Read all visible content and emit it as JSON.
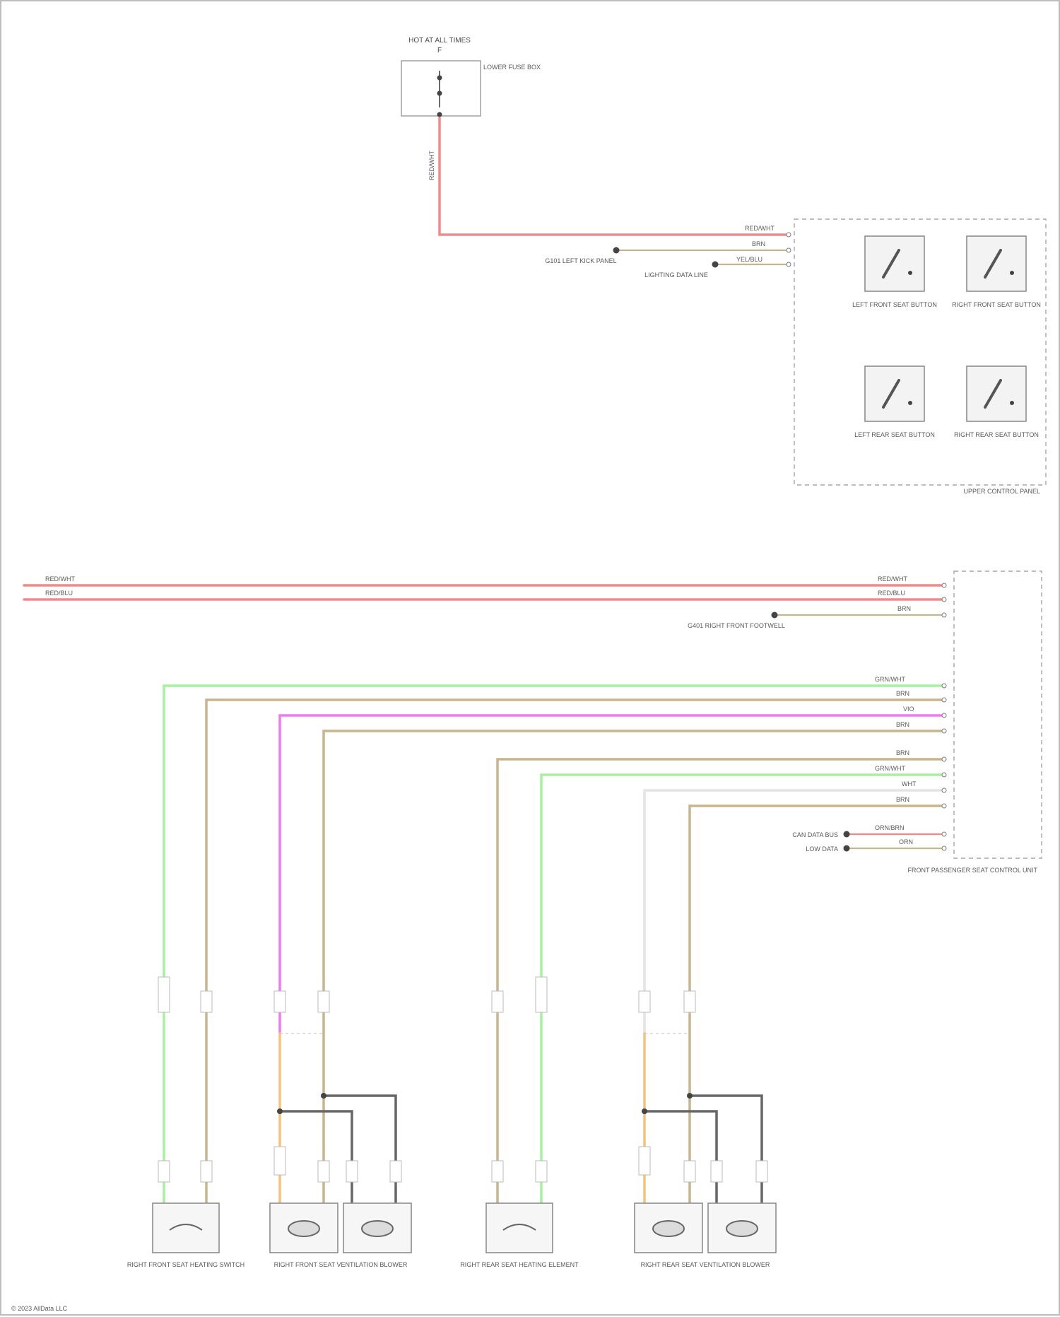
{
  "fuse": {
    "name": "HOT AT ALL TIMES",
    "fuse_id": "F",
    "note": "LOWER FUSE BOX"
  },
  "upper_module": {
    "name": "UPPER CONTROL PANEL",
    "buttons": [
      {
        "label": "LEFT FRONT SEAT BUTTON"
      },
      {
        "label": "RIGHT FRONT SEAT BUTTON"
      },
      {
        "label": "LEFT REAR SEAT BUTTON"
      },
      {
        "label": "RIGHT REAR SEAT BUTTON"
      }
    ],
    "wires": [
      {
        "color": "RED/WHT",
        "hex": "#f08a8a"
      },
      {
        "color": "BRN",
        "hex": "#c7b58e"
      },
      {
        "color": "YEL/BLU",
        "hex": "#c7b58e"
      }
    ],
    "grounds": [
      {
        "label": "G101 LEFT KICK PANEL"
      },
      {
        "label": "LIGHTING DATA LINE"
      }
    ]
  },
  "lower_module": {
    "name": "FRONT PASSENGER SEAT CONTROL UNIT",
    "power_wires": [
      {
        "color": "RED/WHT",
        "hex": "#f08a8a"
      },
      {
        "color": "RED/BLU",
        "hex": "#f08a8a"
      },
      {
        "color": "BRN",
        "hex": "#c7b58e"
      }
    ],
    "ground": {
      "label": "G401 RIGHT FRONT FOOTWELL"
    },
    "signal_wires": [
      {
        "color": "GRN/WHT",
        "hex": "#a8f0a0"
      },
      {
        "color": "BRN",
        "hex": "#c7b58e"
      },
      {
        "color": "VIO",
        "hex": "#f07af0"
      },
      {
        "color": "BRN",
        "hex": "#c7b58e"
      },
      {
        "color": "BRN",
        "hex": "#c7b58e"
      },
      {
        "color": "GRN/WHT",
        "hex": "#a8f0a0"
      },
      {
        "color": "WHT",
        "hex": "#e4e4e4"
      },
      {
        "color": "BRN",
        "hex": "#c7b58e"
      }
    ],
    "data_lines": [
      {
        "label": "CAN DATA BUS"
      },
      {
        "label": "LOW DATA"
      }
    ],
    "data_wire_colors": [
      {
        "color": "ORN/BRN",
        "hex": "#f08a8a"
      },
      {
        "color": "ORN",
        "hex": "#c7b58e"
      }
    ]
  },
  "bottom_components": [
    {
      "label": "RIGHT FRONT SEAT HEATING SWITCH"
    },
    {
      "label": "RIGHT FRONT SEAT VENTILATION BLOWER"
    },
    {
      "label": "RIGHT REAR SEAT HEATING ELEMENT"
    },
    {
      "label": "RIGHT REAR SEAT VENTILATION BLOWER"
    }
  ],
  "footer": {
    "credit": "© 2023 AllData LLC"
  }
}
